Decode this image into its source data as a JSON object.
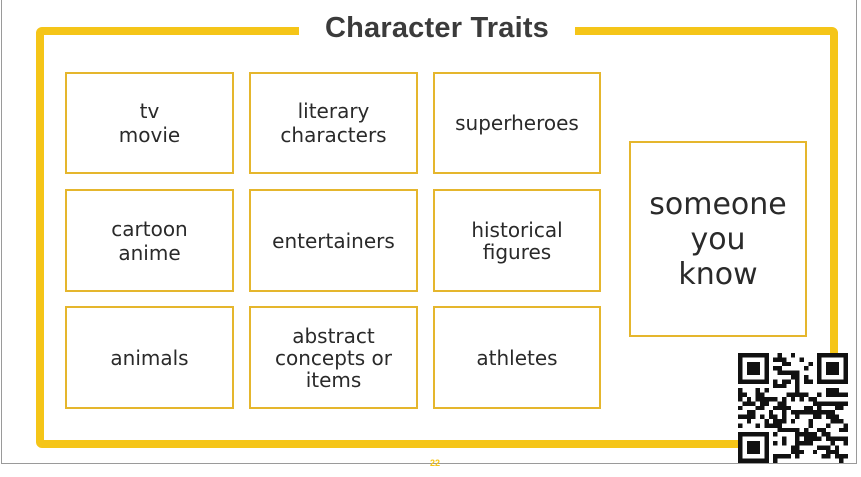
{
  "slide": {
    "title": "Character Traits",
    "page_number": "22",
    "colors": {
      "accent": "#f5c518",
      "box_border": "#e5b62d",
      "text": "#2a2a2a"
    }
  },
  "categories": [
    {
      "label": "tv\nmovie"
    },
    {
      "label": "literary\ncharacters"
    },
    {
      "label": "superheroes"
    },
    {
      "label": "cartoon\nanime"
    },
    {
      "label": "entertainers"
    },
    {
      "label": "historical\nfigures"
    },
    {
      "label": "animals"
    },
    {
      "label": "abstract\nconcepts or\nitems"
    },
    {
      "label": "athletes"
    }
  ],
  "featured": {
    "label": "someone\nyou\nknow"
  },
  "qr_code": {
    "icon": "qr-code-icon"
  }
}
